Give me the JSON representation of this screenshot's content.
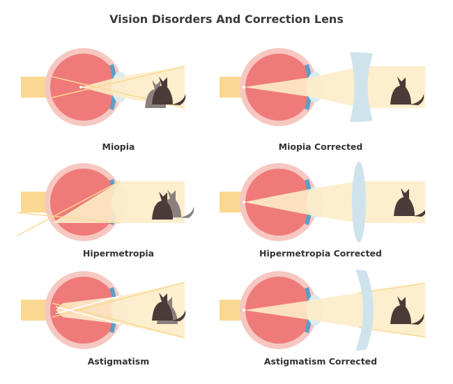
{
  "title": "Vision Disorders And Correction Lens",
  "panels": [
    {
      "id": "miopia",
      "caption": "Miopia",
      "lens": "none",
      "condition": "myopia"
    },
    {
      "id": "miopia-corrected",
      "caption": "Miopia Corrected",
      "lens": "concave",
      "condition": "myopia"
    },
    {
      "id": "hipermetropia",
      "caption": "Hipermetropia",
      "lens": "none",
      "condition": "hyperopia"
    },
    {
      "id": "hipermetropia-corrected",
      "caption": "Hipermetropia Corrected",
      "lens": "convex",
      "condition": "hyperopia"
    },
    {
      "id": "astigmatism",
      "caption": "Astigmatism",
      "lens": "none",
      "condition": "astigmatism"
    },
    {
      "id": "astigmatism-corrected",
      "caption": "Astigmatism Corrected",
      "lens": "toric",
      "condition": "astigmatism"
    }
  ],
  "colors": {
    "eyeball": "#ef7a7a",
    "sclera": "#f7c7c1",
    "optic_nerve": "#f9d891",
    "cornea": "#d9ecf1",
    "lens_glass": "#cfe3ec",
    "light_cone": "#fdecc8",
    "cat": "#4a3b38",
    "cat_blur": "#8a807e",
    "text": "#333333"
  }
}
